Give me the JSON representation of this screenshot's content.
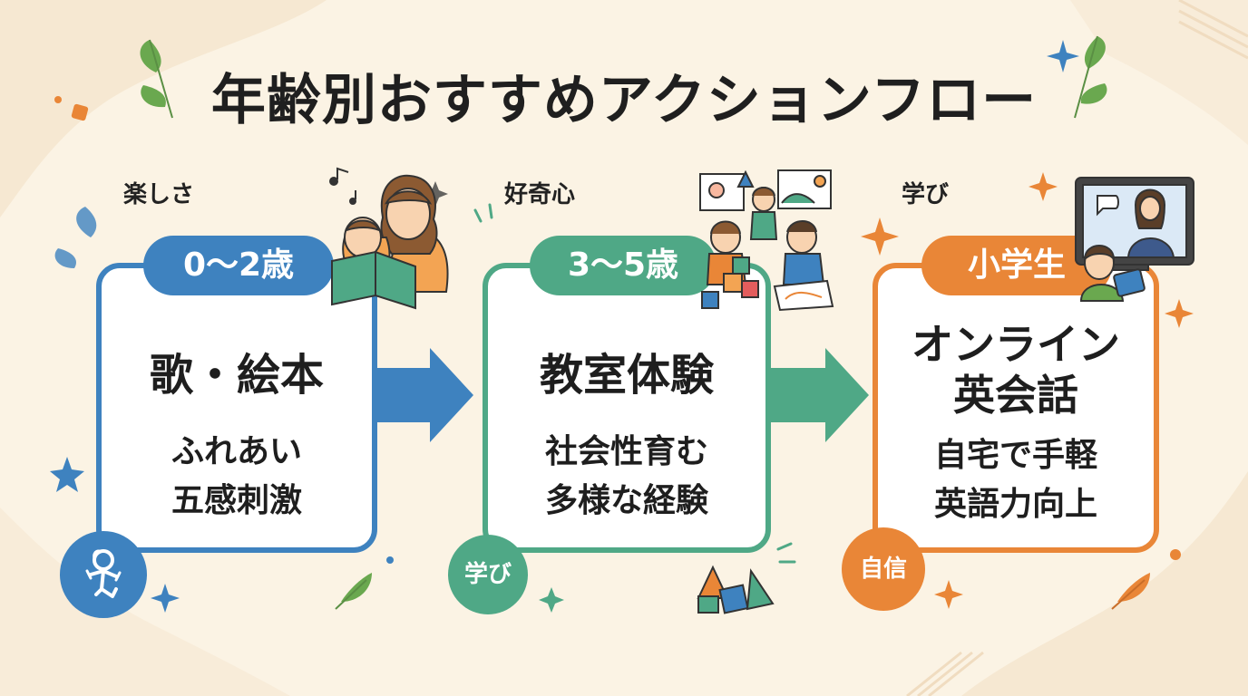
{
  "title": "年齢別おすすめアクションフロー",
  "colors": {
    "blue": "#3e82bf",
    "green": "#4fa886",
    "orange": "#e98637",
    "background": "#fbf3e4"
  },
  "stages": [
    {
      "label": "楽しさ",
      "age": "0〜2歳",
      "heading_lines": [
        "歌・絵本"
      ],
      "body_lines": [
        "ふれあい",
        "五感刺激"
      ],
      "badge_icon": "baby-icon",
      "illustration": "parent-reading-picture-book-icon"
    },
    {
      "label": "好奇心",
      "age": "3〜5歳",
      "heading_lines": [
        "教室体験"
      ],
      "body_lines": [
        "社会性育む",
        "多様な経験"
      ],
      "badge": "学び",
      "illustration": "children-playing-in-classroom-icon"
    },
    {
      "label": "学び",
      "age": "小学生",
      "heading_lines": [
        "オンライン",
        "英会話"
      ],
      "body_lines": [
        "自宅で手軽",
        "英語力向上"
      ],
      "badge": "自信",
      "illustration": "child-online-english-lesson-icon"
    }
  ]
}
